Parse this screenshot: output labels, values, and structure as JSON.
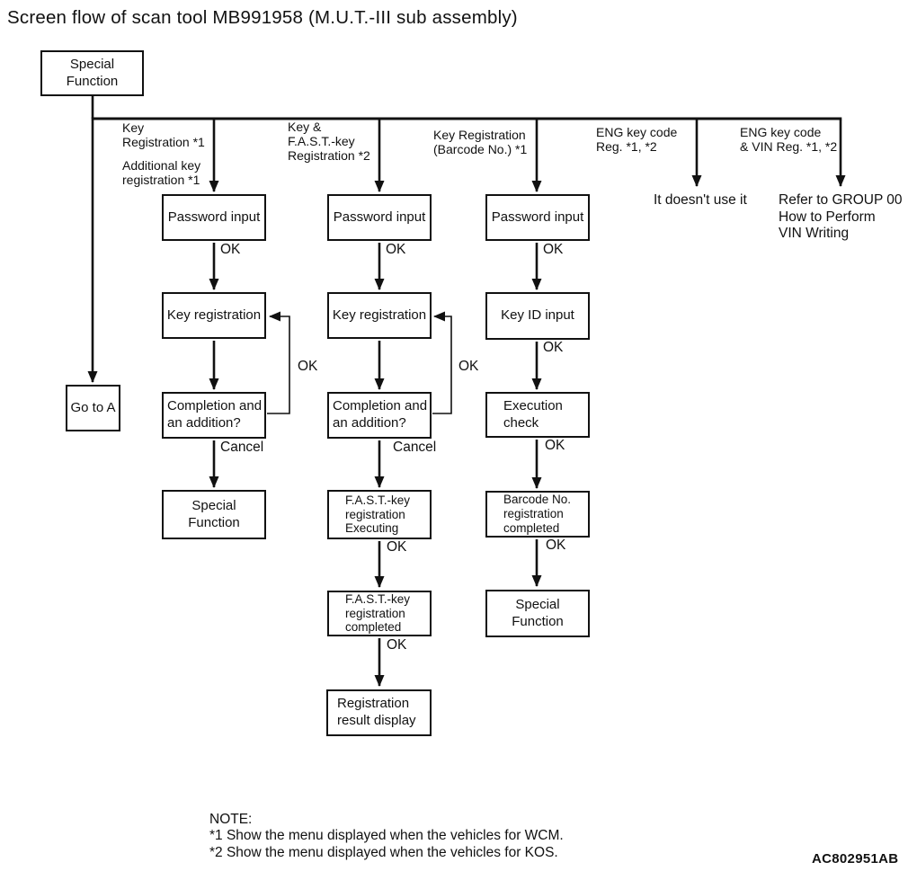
{
  "title": "Screen flow of scan tool MB991958 (M.U.T.-III sub assembly)",
  "colors": {
    "ink": "#111111",
    "background": "#ffffff"
  },
  "boxes": {
    "root": "Special\nFunction",
    "goto": "Go to A",
    "c2_password": "Password input",
    "c2_keyreg": "Key registration",
    "c2_completion": "Completion and\nan addition?",
    "c2_special": "Special\nFunction",
    "c3_password": "Password input",
    "c3_keyreg": "Key registration",
    "c3_completion": "Completion and\nan addition?",
    "c3_fast_exec": "F.A.S.T.-key\nregistration\nExecuting",
    "c3_fast_done": "F.A.S.T.-key\nregistration\ncompleted",
    "c3_result": "Registration\nresult display",
    "c4_password": "Password input",
    "c4_keyid": "Key ID input",
    "c4_check": "Execution\ncheck",
    "c4_barcode": "Barcode No.\nregistration\ncompleted",
    "c4_special": "Special\nFunction"
  },
  "branch_labels": {
    "key_reg": "Key\nRegistration *1",
    "additional_key": "Additional key\nregistration *1",
    "key_fast": "Key &\nF.A.S.T.-key\nRegistration *2",
    "key_barcode": "Key Registration\n(Barcode No.) *1",
    "eng_key": "ENG key code\nReg. *1, *2",
    "eng_key_vin": "ENG key code\n& VIN Reg. *1, *2"
  },
  "edge_labels": {
    "ok": "OK",
    "cancel": "Cancel"
  },
  "texts": {
    "not_used": "It doesn't use it",
    "refer_vin": "Refer to GROUP 00\nHow to Perform\nVIN Writing"
  },
  "note": {
    "heading": "NOTE:",
    "wcm": "*1 Show the menu displayed when the vehicles for WCM.",
    "kos": "*2 Show the menu displayed when the vehicles for KOS."
  },
  "figure_code": "AC802951AB"
}
